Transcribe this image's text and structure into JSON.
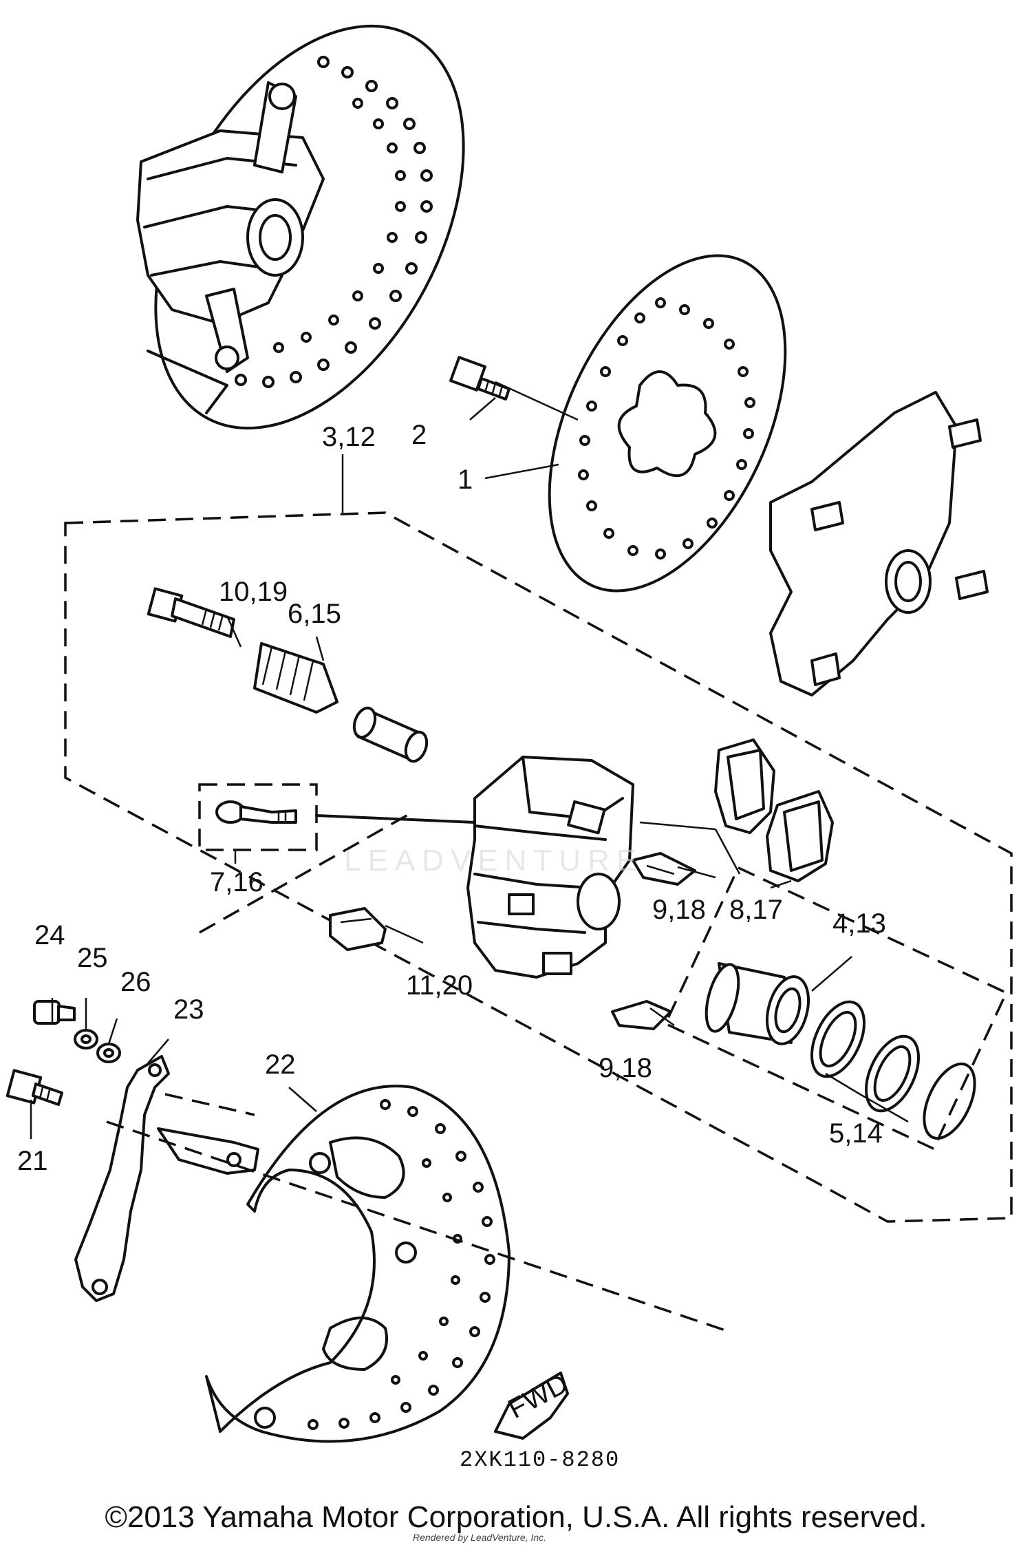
{
  "diagram": {
    "code": "2XK110-8280",
    "copyright": "©2013 Yamaha Motor Corporation, U.S.A. All rights reserved.",
    "render_credit": "Rendered by LeadVenture, Inc.",
    "watermark": "LEADVENTURE",
    "fwd_label": "FWD",
    "callouts": {
      "c1": "1",
      "c2": "2",
      "c3_12": "3,12",
      "c4_13": "4,13",
      "c5_14": "5,14",
      "c6_15": "6,15",
      "c7_16": "7,16",
      "c8_17": "8,17",
      "c9_18a": "9,18",
      "c9_18b": "9,18",
      "c10_19": "10,19",
      "c11_20": "11,20",
      "c21": "21",
      "c22": "22",
      "c23": "23",
      "c24": "24",
      "c25": "25",
      "c26": "26"
    }
  }
}
